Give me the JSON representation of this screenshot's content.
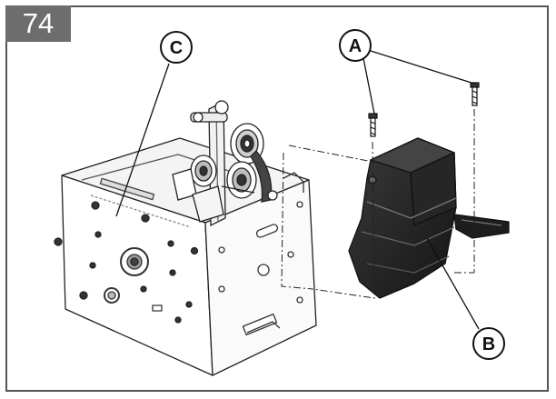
{
  "step_number": "74",
  "callouts": {
    "a": "A",
    "b": "B",
    "c": "C"
  },
  "parts": {
    "a": "screws",
    "b": "cover",
    "c": "gearbox-housing"
  }
}
